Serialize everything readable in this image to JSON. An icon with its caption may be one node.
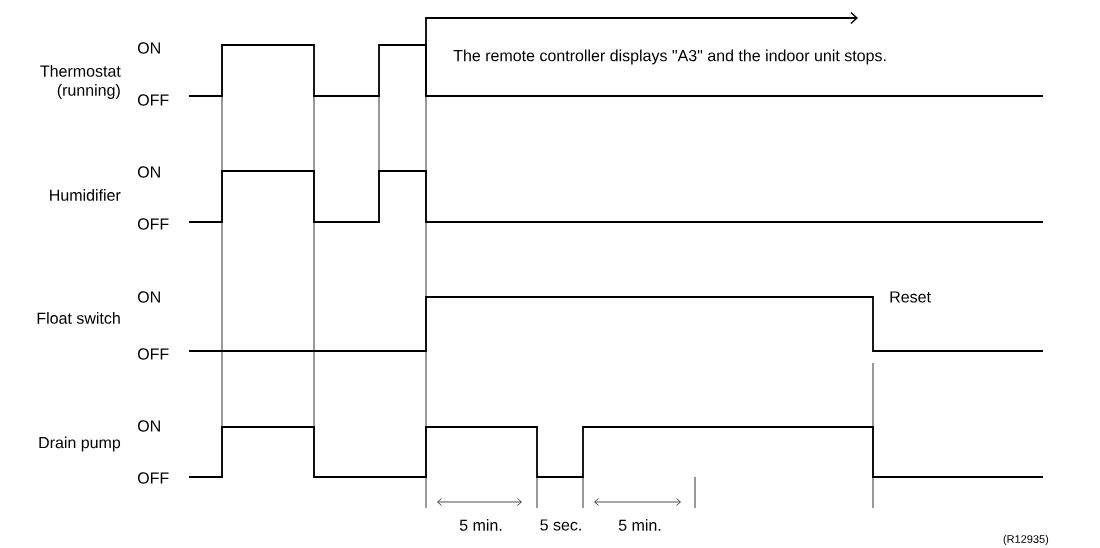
{
  "diagram": {
    "labels": [
      "Thermostat (running)",
      "ON",
      "OFF",
      "The remote controller displays \"A3\" and the indoor unit stops.",
      "Humidifier",
      "ON",
      "OFF",
      "Float switch",
      "ON",
      "Reset",
      "OFF",
      "Drain pump",
      "ON",
      "OFF",
      "5 min.",
      "5 sec.",
      "5 min.",
      "(R12935)"
    ]
  }
}
